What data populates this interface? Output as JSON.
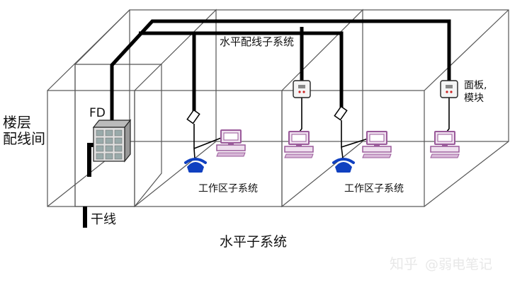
{
  "labels": {
    "floor_room_line1": "楼层",
    "floor_room_line2": "配线间",
    "fd": "FD",
    "horizontal_cabling": "水平配线子系统",
    "panel_line1": "面板,",
    "panel_line2": "模块",
    "work_area_1": "工作区子系统",
    "work_area_2": "工作区子系统",
    "backbone": "干线",
    "caption": "水平子系统"
  },
  "watermark": {
    "site": "知乎",
    "author": "@弱电笔记"
  },
  "colors": {
    "cable": "#000000",
    "box_edge": "#444444",
    "computer": "#9a5a9a",
    "computer_fill": "#efe0ef",
    "phone": "#1040c0",
    "panel_accent": "#cc2222"
  }
}
